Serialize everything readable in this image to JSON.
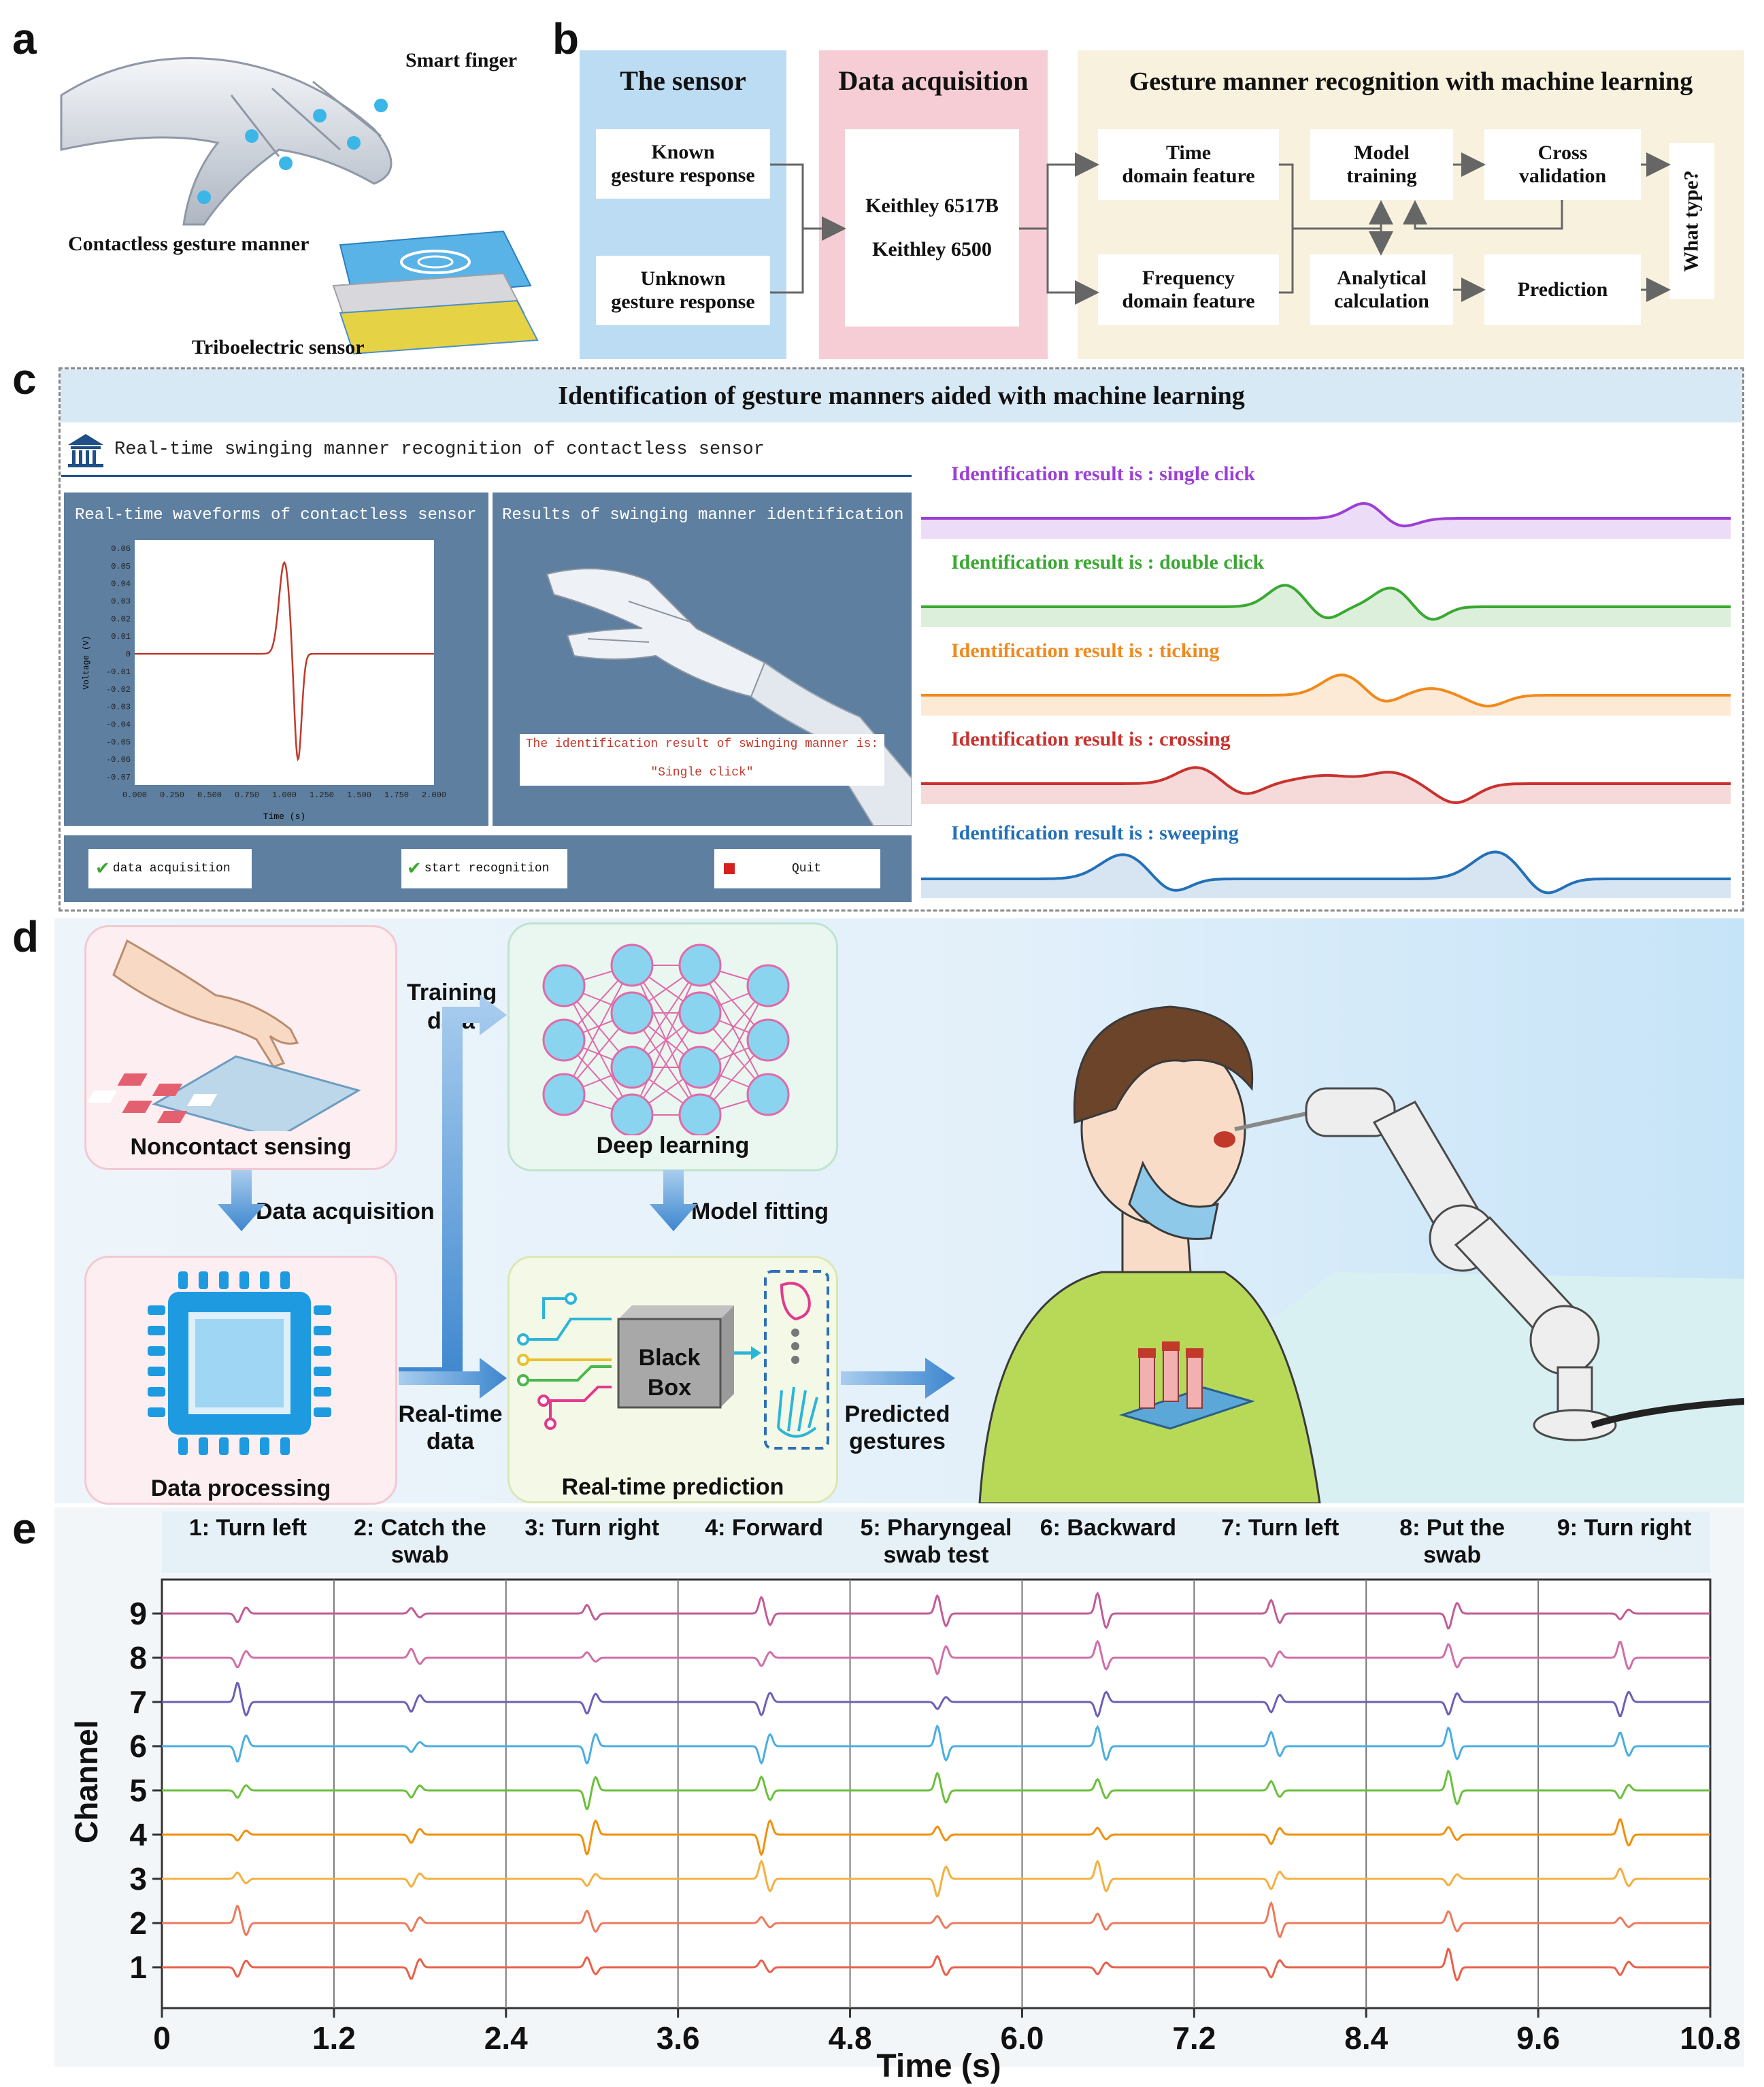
{
  "panel_labels": {
    "a": "a",
    "b": "b",
    "c": "c",
    "d": "d",
    "e": "e"
  },
  "panel_a": {
    "smart_finger": "Smart finger",
    "contactless": "Contactless gesture manner",
    "triboelectric": "Triboelectric sensor"
  },
  "panel_b": {
    "sensor_title": "The sensor",
    "known": [
      "Known",
      "gesture response"
    ],
    "unknown": [
      "Unknown",
      "gesture response"
    ],
    "acq_title": "Data acquisition",
    "keithley1": "Keithley 6517B",
    "keithley2": "Keithley 6500",
    "ml_title": "Gesture manner recognition with machine learning",
    "time_feat": [
      "Time",
      "domain feature"
    ],
    "freq_feat": [
      "Frequency",
      "domain feature"
    ],
    "model_training": [
      "Model",
      "training"
    ],
    "analytical": [
      "Analytical",
      "calculation"
    ],
    "cross": [
      "Cross",
      "validation"
    ],
    "prediction": "Prediction",
    "what_type": "What type?",
    "colors": {
      "sensor": "#bcdcf3",
      "acq": "#f6cdd5",
      "ml": "#f7f1de"
    }
  },
  "panel_c": {
    "title": "Identification of gesture manners aided with machine learning",
    "app_title": "Real-time swinging manner recognition of contactless sensor",
    "waveform_title": "Real-time waveforms of contactless sensor",
    "results_title": "Results of swinging manner identification",
    "ylabel": "Voltage (V)",
    "xlabel": "Time (s)",
    "yticks": [
      "0.06",
      "0.05",
      "0.04",
      "0.03",
      "0.02",
      "0.01",
      "0",
      "-0.01",
      "-0.02",
      "-0.03",
      "-0.04",
      "-0.05",
      "-0.06",
      "-0.07"
    ],
    "xticks": [
      "0.000",
      "0.250",
      "0.500",
      "0.750",
      "1.000",
      "1.250",
      "1.500",
      "1.750",
      "2.000"
    ],
    "result_line1": "The identification result of swinging manner is:",
    "result_line2": "\"Single click\"",
    "btn_acq": "data acquisition",
    "btn_start": "start recognition",
    "btn_quit": "Quit",
    "results": [
      {
        "text": "Identification result is : single click",
        "color": "#9b3fd6"
      },
      {
        "text": "Identification result is : double click",
        "color": "#3aa832"
      },
      {
        "text": "Identification result is : ticking",
        "color": "#f08a1c"
      },
      {
        "text": "Identification result is : crossing",
        "color": "#c8322e"
      },
      {
        "text": "Identification result is : sweeping",
        "color": "#2370b8"
      }
    ]
  },
  "panel_d": {
    "noncontact": "Noncontact sensing",
    "data_acq": "Data acquisition",
    "training": [
      "Training",
      "data"
    ],
    "deep": "Deep learning",
    "model_fit": "Model fitting",
    "processing": "Data processing",
    "realtime_data": [
      "Real-time",
      "data"
    ],
    "black_box": [
      "Black",
      "Box"
    ],
    "realtime_pred": "Real-time prediction",
    "predicted": [
      "Predicted",
      "gestures"
    ]
  },
  "panel_e": {
    "gestures": [
      [
        "1: Turn left"
      ],
      [
        "2: Catch the",
        "swab"
      ],
      [
        "3: Turn right"
      ],
      [
        "4: Forward"
      ],
      [
        "5: Pharyngeal",
        "swab test"
      ],
      [
        "6: Backward"
      ],
      [
        "7: Turn left"
      ],
      [
        "8: Put the",
        "swab"
      ],
      [
        "9: Turn right"
      ]
    ],
    "ylabel": "Channel",
    "xlabel": "Time (s)",
    "xticks": [
      "0",
      "1.2",
      "2.4",
      "3.6",
      "4.8",
      "6.0",
      "7.2",
      "8.4",
      "9.6",
      "10.8"
    ],
    "channels": [
      "1",
      "2",
      "3",
      "4",
      "5",
      "6",
      "7",
      "8",
      "9"
    ],
    "channel_colors": [
      "#e8604a",
      "#ec7a5d",
      "#f4b040",
      "#f0900d",
      "#6bbf3d",
      "#4aaee0",
      "#6d5fb5",
      "#cf6fa8",
      "#c25c95"
    ],
    "chart_data": {
      "type": "line",
      "xlabel": "Time (s)",
      "ylabel": "Channel",
      "xlim": [
        0,
        10.8
      ],
      "categories": [
        "1",
        "2",
        "3",
        "4",
        "5",
        "6",
        "7",
        "8",
        "9"
      ]
    }
  }
}
